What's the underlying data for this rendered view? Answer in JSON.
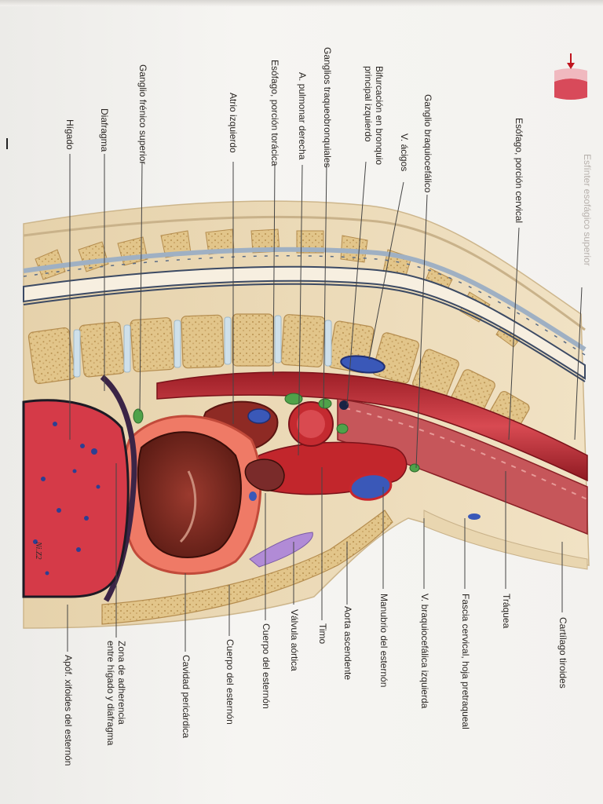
{
  "labels_left": {
    "esfinter": "Esfínter esofágico superior",
    "esofago_cervical": "Esófago, porción cervical",
    "ganglio_braquiocefalico": "Ganglio braquiocefálico",
    "v_acigos": "V. ácigos",
    "bifurcacion": [
      "Bifurcación en bronquio",
      "principal izquierdo"
    ],
    "ganglios_traqueo": "Ganglios traqueobronquiales",
    "a_pulmonar": "A. pulmonar derecha",
    "esofago_toracica": "Esófago, porción torácica",
    "atrio": "Atrio izquierdo",
    "ganglio_frenico": "Ganglio frénico superior",
    "diafragma": "Diafragma",
    "higado": "Hígado"
  },
  "labels_right": {
    "cartilago": "Cartílago tiroides",
    "traquea": "Tráquea",
    "fascia": "Fascia cervical, hoja pretraqueal",
    "v_braquio_izq": "V. braquiocefálica izquierda",
    "manubrio": "Manubrio del esternón",
    "aorta": "Aorta ascendente",
    "timo": "Timo",
    "valvula": "Válvula aórtica",
    "cuerpo_esternon_1": "Cuerpo del esternón",
    "cuerpo_esternon_2": "Cuerpo del esternón",
    "cavidad": "Cavidad pericárdica",
    "zona": [
      "Zona de adherencia",
      "entre hígado y diafragma"
    ],
    "apof": "Apóf. xifoides del esternón"
  },
  "signature": "Ni.Z2",
  "colors": {
    "blood_red": "#c8262c",
    "vein_blue": "#3a58b8",
    "bone": "#e7cf9a",
    "soft_tissue": "#efdcb8",
    "liver": "#d53a48",
    "node_green": "#4fa24a",
    "thymus_violet": "#b18bd6"
  },
  "icons": [
    "orientation-arrow-icon"
  ]
}
